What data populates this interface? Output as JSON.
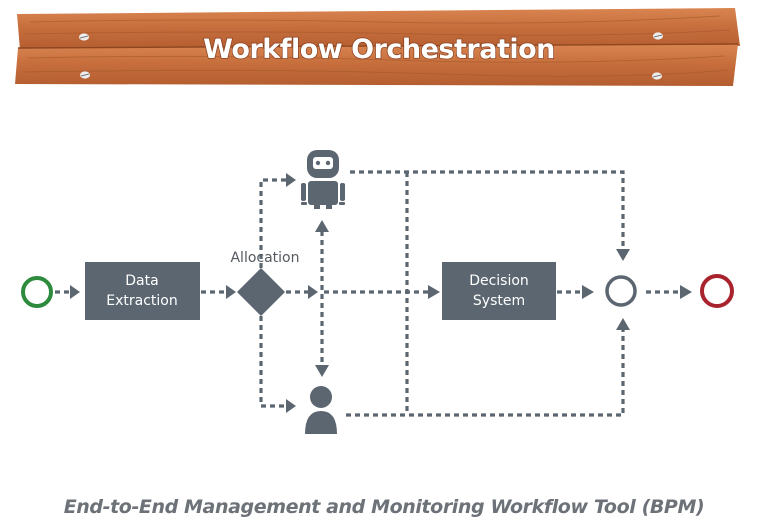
{
  "banner": {
    "title": "Workflow Orchestration"
  },
  "nodes": {
    "data_extraction": {
      "line1": "Data",
      "line2": "Extraction"
    },
    "allocation": {
      "label": "Allocation"
    },
    "decision_system": {
      "line1": "Decision",
      "line2": "System"
    }
  },
  "icons": {
    "start": "start-event-icon",
    "end": "end-event-icon",
    "gateway": "gateway-diamond-icon",
    "merge": "merge-event-icon",
    "robot": "robot-icon",
    "human": "person-icon"
  },
  "colors": {
    "wood": "#c8703f",
    "box": "#5b6670",
    "start": "#2e8b3e",
    "end": "#a8232d",
    "caption": "#6d7278"
  },
  "caption": "End-to-End Management and Monitoring Workflow Tool (BPM)"
}
